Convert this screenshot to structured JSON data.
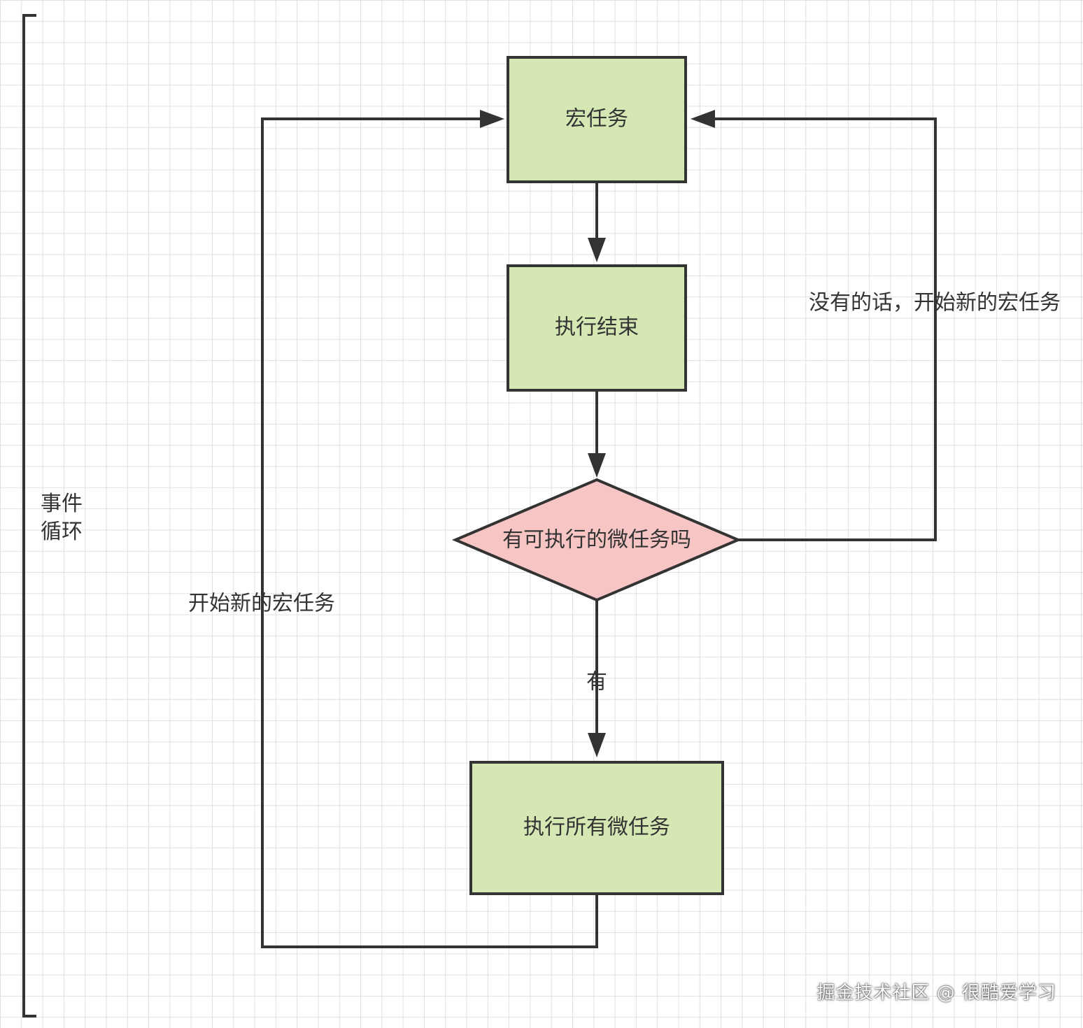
{
  "diagram": {
    "loop_label": [
      "事件",
      "循环"
    ],
    "nodes": {
      "macro_task": "宏任务",
      "execution_done": "执行结束",
      "has_microtasks": "有可执行的微任务吗",
      "run_all_microtasks": "执行所有微任务"
    },
    "edges": {
      "yes_label": "有",
      "no_label": "没有的话，开始新的宏任务",
      "restart_label": "开始新的宏任务"
    }
  },
  "watermark": "掘金技术社区 @ 很酷爱学习",
  "colors": {
    "task_fill": "#d5e8b4",
    "decision_fill": "#f8c5c5",
    "stroke": "#333333",
    "grid": "#e0e0e0"
  }
}
